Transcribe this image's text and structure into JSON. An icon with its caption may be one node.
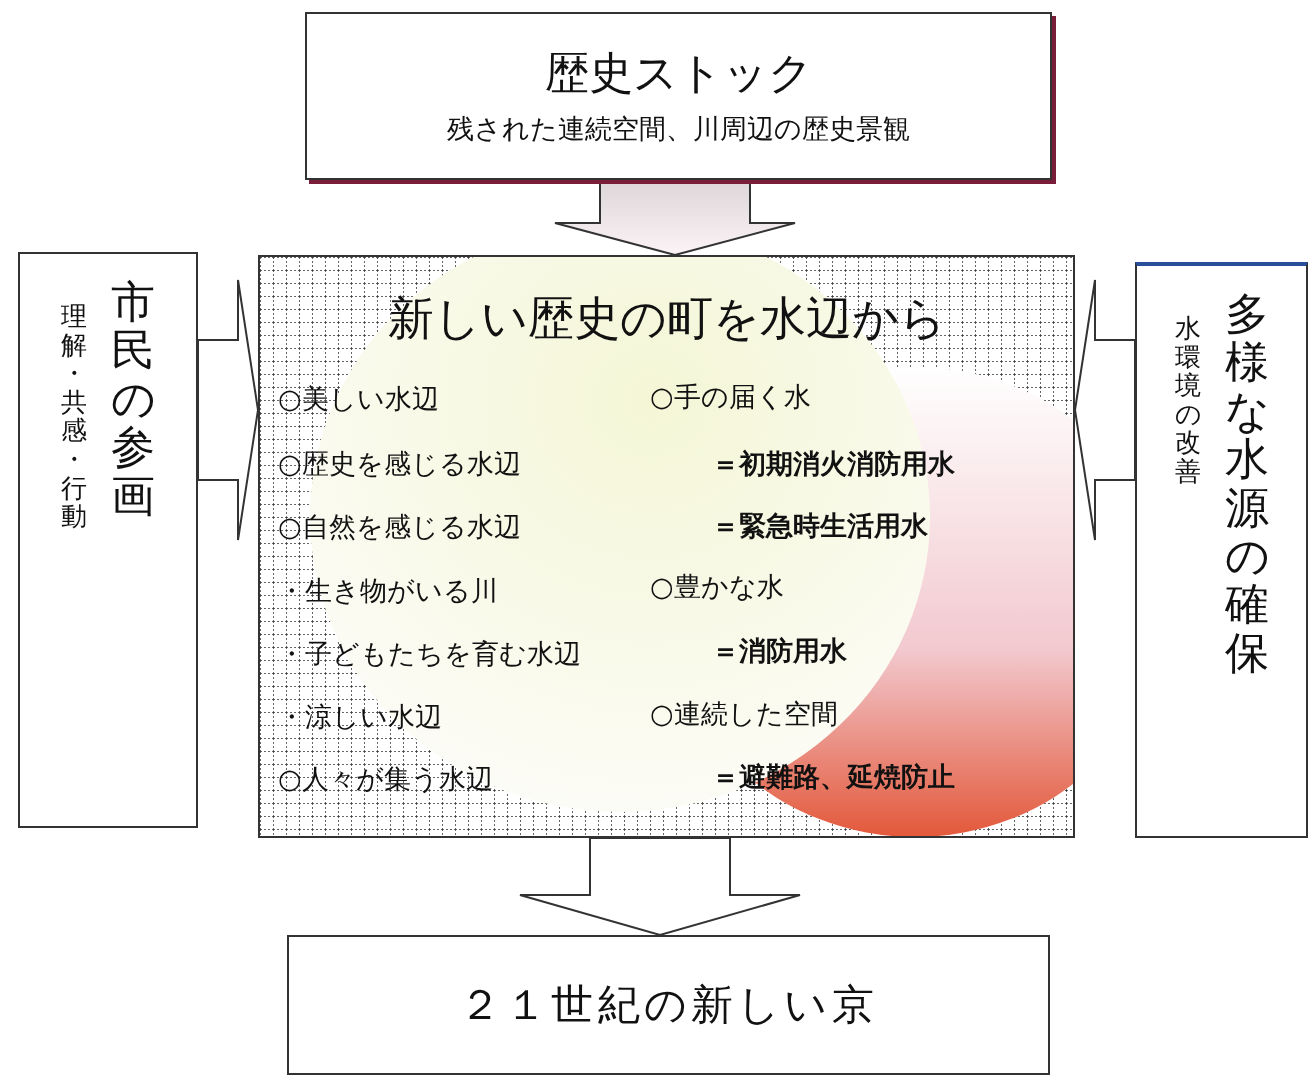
{
  "diagram": {
    "nodes": [
      {
        "text": [
          "歴史ストック",
          "残された連続空間、川周辺の歴史景観"
        ]
      },
      {
        "text": [
          "理解・共感・行動",
          "市民の参画"
        ]
      },
      {
        "text": [
          "新しい歴史の町を水辺から",
          "○美しい水辺",
          "○歴史を感じる水辺",
          "○自然を感じる水辺",
          "・生き物がいる川",
          "・子どもたちを育む水辺",
          "・涼しい水辺",
          "○人々が集う水辺",
          "○手の届く水",
          "＝初期消火消防用水",
          "＝緊急時生活用水",
          "○豊かな水",
          "＝消防用水",
          "○連続した空間",
          "＝避難路、延焼防止"
        ]
      },
      {
        "text": [
          "水環境の改善",
          "多様な水源の確保"
        ]
      },
      {
        "text": [
          "２１世紀の新しい京"
        ]
      }
    ],
    "edges": [
      {
        "from": 0,
        "to": 2,
        "arrow": "to"
      },
      {
        "from": 1,
        "to": 2,
        "arrow": "to"
      },
      {
        "from": 3,
        "to": 2,
        "arrow": "to"
      },
      {
        "from": 2,
        "to": 4,
        "arrow": "to"
      }
    ]
  }
}
